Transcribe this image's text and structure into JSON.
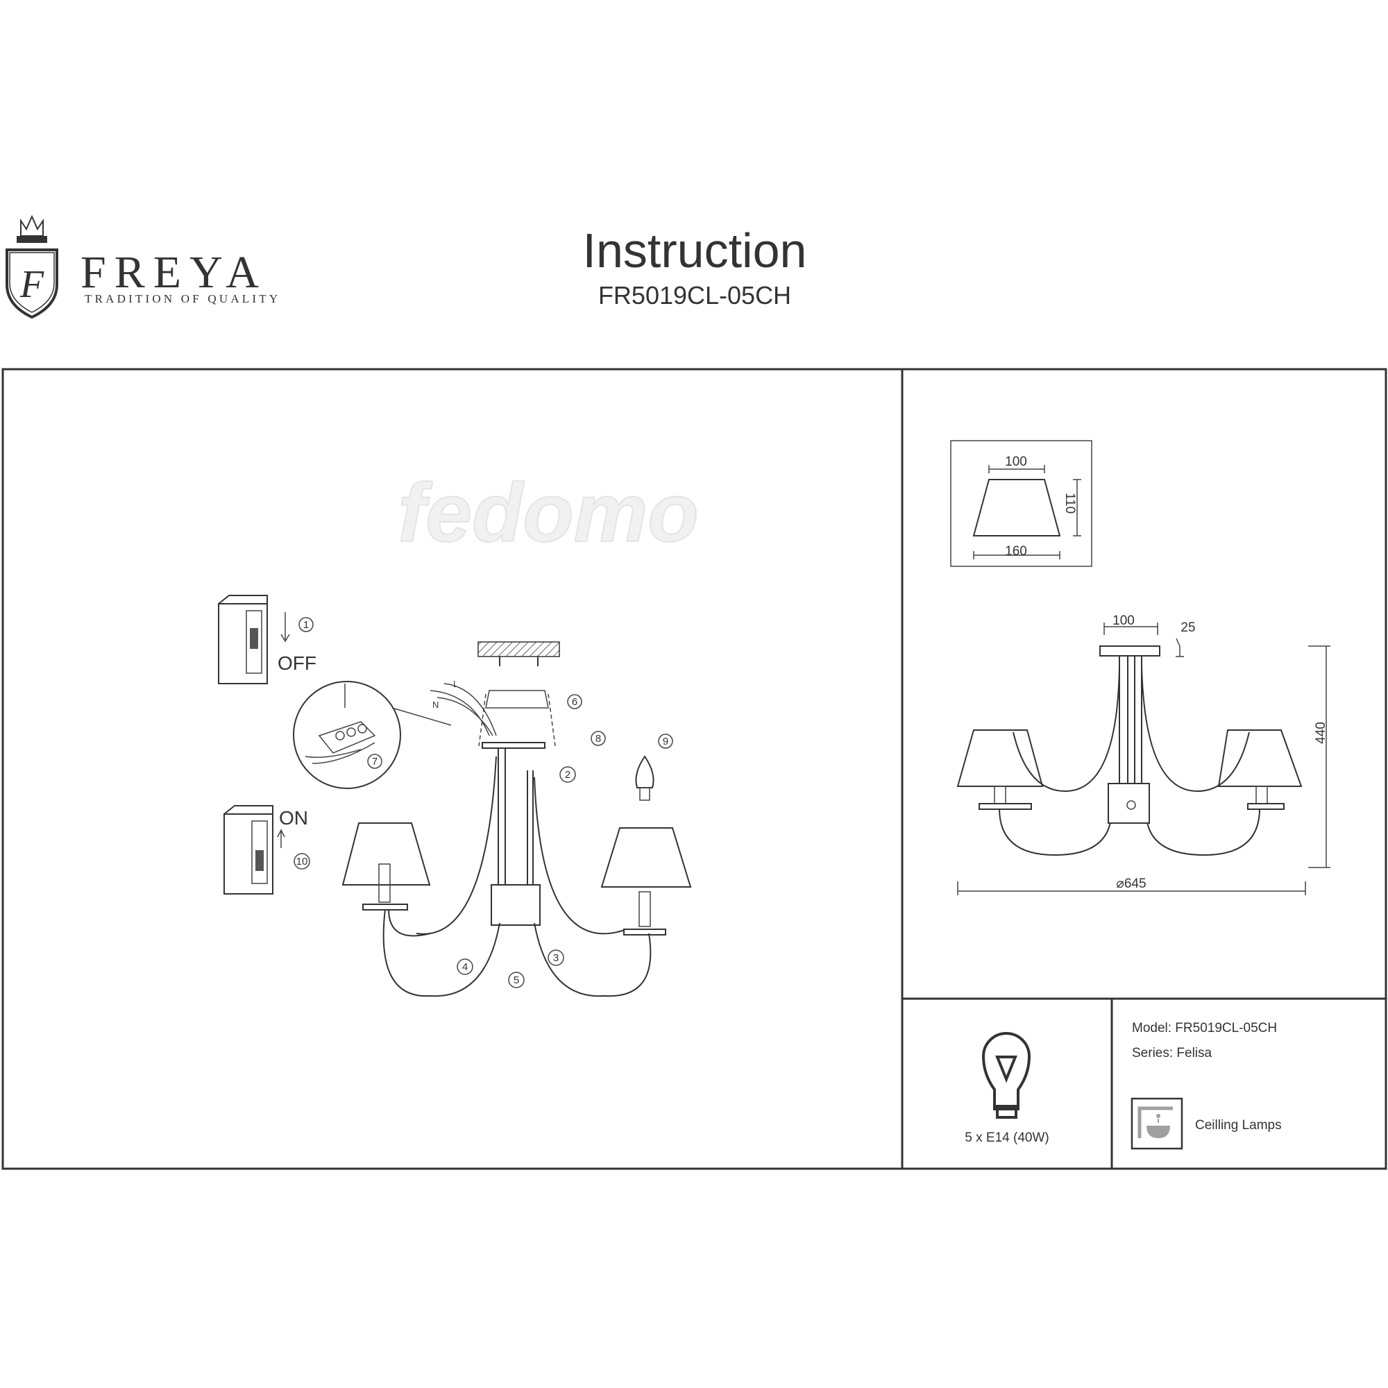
{
  "brand": {
    "name": "FREYA",
    "tagline": "TRADITION OF QUALITY",
    "monogram": "F"
  },
  "header": {
    "title": "Instruction",
    "model_code": "FR5019CL-05CH"
  },
  "assembly": {
    "switch_off_label": "OFF",
    "switch_on_label": "ON",
    "wire_labels": [
      "L",
      "N"
    ],
    "steps": [
      "1",
      "2",
      "3",
      "4",
      "5",
      "6",
      "7",
      "8",
      "9",
      "10"
    ]
  },
  "watermark": "fedomo",
  "dimensions": {
    "shade": {
      "top": "100",
      "height": "110",
      "bottom": "160"
    },
    "fixture": {
      "canopy": "100",
      "canopy_height": "25",
      "height": "440",
      "diameter": "⌀645"
    }
  },
  "bulb": {
    "spec": "5 x E14 (40W)"
  },
  "info": {
    "model": "Model: FR5019CL-05CH",
    "series": "Series: Felisa",
    "category": "Ceilling Lamps"
  },
  "colors": {
    "ink": "#333333",
    "icon_gray": "#a0a0a0"
  }
}
